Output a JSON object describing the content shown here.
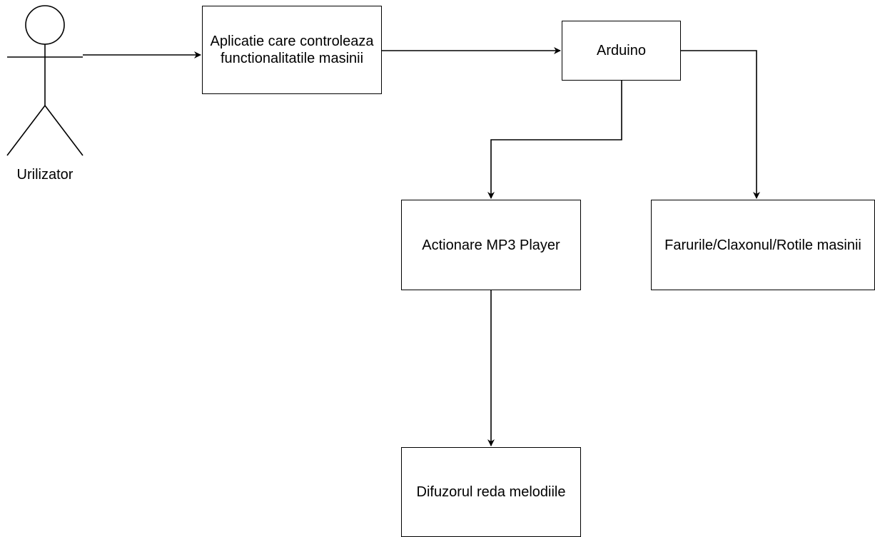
{
  "diagram": {
    "actor": {
      "label": "Urilizator",
      "icon": "stick-figure-actor-icon"
    },
    "nodes": {
      "app": {
        "label": "Aplicatie care controleaza functionalitatile masinii"
      },
      "arduino": {
        "label": "Arduino"
      },
      "mp3": {
        "label": "Actionare MP3 Player"
      },
      "lights": {
        "label": "Farurile/Claxonul/Rotile masinii"
      },
      "speaker": {
        "label": "Difuzorul reda melodiile"
      }
    },
    "edges": [
      {
        "from": "actor",
        "to": "app"
      },
      {
        "from": "app",
        "to": "arduino"
      },
      {
        "from": "arduino",
        "to": "mp3"
      },
      {
        "from": "arduino",
        "to": "lights"
      },
      {
        "from": "mp3",
        "to": "speaker"
      }
    ],
    "colors": {
      "stroke": "#000000",
      "background": "#ffffff",
      "text": "#000000"
    }
  }
}
